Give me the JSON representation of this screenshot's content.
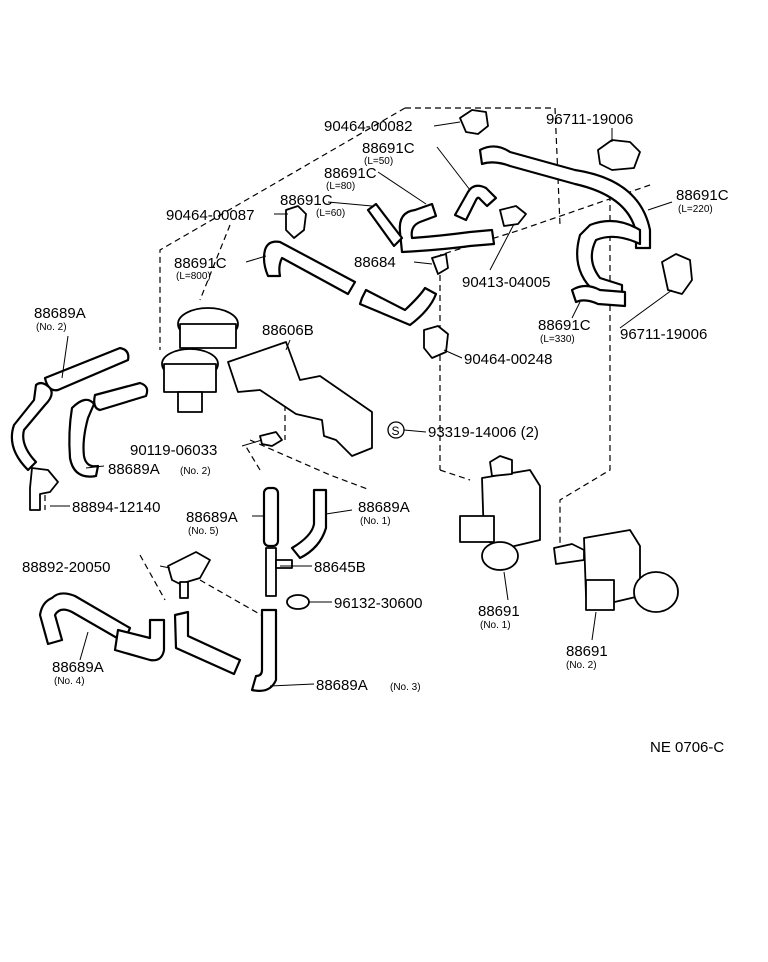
{
  "diagram_code": "NE 0706-C",
  "screw_symbol": "S",
  "labels": [
    {
      "id": "l1",
      "part": "90464-00082",
      "note": ""
    },
    {
      "id": "l2",
      "part": "96711-19006",
      "note": ""
    },
    {
      "id": "l3",
      "part": "88691C",
      "note": "(L=50)"
    },
    {
      "id": "l4",
      "part": "88691C",
      "note": "(L=80)"
    },
    {
      "id": "l5",
      "part": "88691C",
      "note": "(L=60)"
    },
    {
      "id": "l6",
      "part": "90464-00087",
      "note": ""
    },
    {
      "id": "l7",
      "part": "88691C",
      "note": "(L=220)"
    },
    {
      "id": "l8",
      "part": "88691C",
      "note": "(L=800)"
    },
    {
      "id": "l9",
      "part": "88684",
      "note": ""
    },
    {
      "id": "l10",
      "part": "90413-04005",
      "note": ""
    },
    {
      "id": "l11",
      "part": "88689A",
      "note": "(No. 2)"
    },
    {
      "id": "l12",
      "part": "88606B",
      "note": ""
    },
    {
      "id": "l13",
      "part": "88691C",
      "note": "(L=330)"
    },
    {
      "id": "l14",
      "part": "96711-19006",
      "note": ""
    },
    {
      "id": "l15",
      "part": "90464-00248",
      "note": ""
    },
    {
      "id": "l16",
      "part": "93319-14006 (2)",
      "note": ""
    },
    {
      "id": "l17",
      "part": "90119-06033",
      "note": ""
    },
    {
      "id": "l18",
      "part": "88689A",
      "note": "(No. 2)"
    },
    {
      "id": "l19",
      "part": "88894-12140",
      "note": ""
    },
    {
      "id": "l20",
      "part": "88689A",
      "note": "(No. 5)"
    },
    {
      "id": "l21",
      "part": "88689A",
      "note": "(No. 1)"
    },
    {
      "id": "l22",
      "part": "88892-20050",
      "note": ""
    },
    {
      "id": "l23",
      "part": "88645B",
      "note": ""
    },
    {
      "id": "l24",
      "part": "96132-30600",
      "note": ""
    },
    {
      "id": "l25",
      "part": "88691",
      "note": "(No. 1)"
    },
    {
      "id": "l26",
      "part": "88691",
      "note": "(No. 2)"
    },
    {
      "id": "l27",
      "part": "88689A",
      "note": "(No. 4)"
    },
    {
      "id": "l28",
      "part": "88689A",
      "note": "(No. 3)"
    }
  ]
}
